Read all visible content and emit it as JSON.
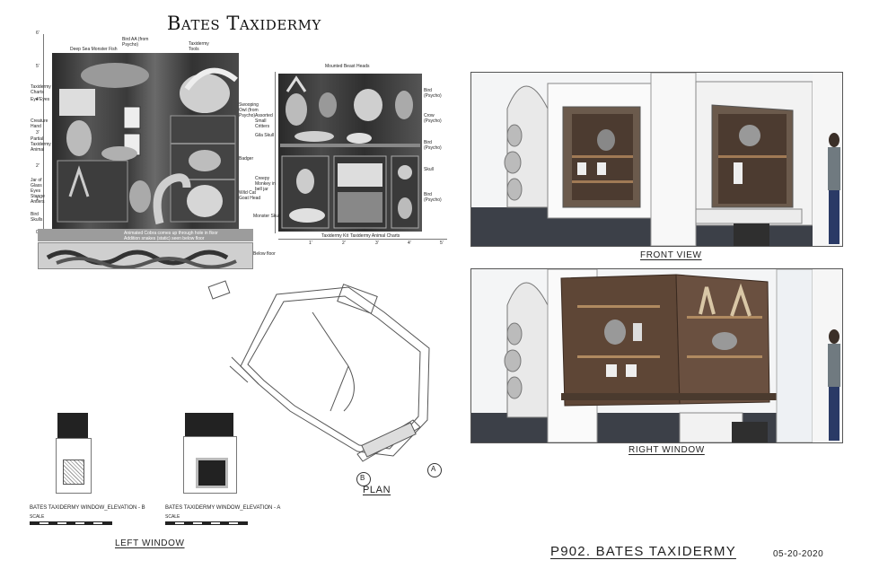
{
  "title": "Bates Taxidermy",
  "left_elevation": {
    "scale_ticks": [
      "6'",
      "5'",
      "4'",
      "3'",
      "2'",
      "1'",
      "0'"
    ],
    "top_labels": [
      "Deep Sea Monster Fish",
      "Bird AA (from Psycho)",
      "Taxidermy Tools"
    ],
    "left_labels": [
      "Taxidermy Charts",
      "Eye Eyes",
      "Creature Hand",
      "Partial Taxidermy Animal",
      "Jar of Glass Eyes",
      "Stange Antlers",
      "Bird Skulls"
    ],
    "right_labels": [
      "Swooping Owl (from Psycho)",
      "Badger",
      "Wild Cat Goat Head"
    ],
    "bottom_note_1": "Animated Cobra comes up through hole in floor",
    "bottom_note_2": "Addition snakes (static) seen below floor",
    "below_floor": "Below floor"
  },
  "right_elevation": {
    "top_label": "Mounted Beast Heads",
    "left_labels": [
      "Assorted Small Critters",
      "Gila Skull",
      "Creepy Monkey in bell jar",
      "Monster Skull"
    ],
    "right_labels": [
      "Bird (Psycho)",
      "Crow (Psycho)",
      "Bird (Psycho)",
      "Skull",
      "Bird (Psycho)"
    ],
    "bottom_labels": [
      "Taxidermy Kit",
      "Taxidermy Animal Charts"
    ],
    "x_ticks": [
      "1'",
      "2'",
      "3'",
      "4'",
      "5'"
    ]
  },
  "views": {
    "front": "FRONT VIEW",
    "right": "RIGHT WINDOW",
    "left": "LEFT WINDOW",
    "plan": "PLAN",
    "plan_marker_b": "B",
    "plan_marker_a": "A"
  },
  "elevations": {
    "b": "BATES TAXIDERMY WINDOW_ELEVATION - B",
    "a": "BATES TAXIDERMY WINDOW_ELEVATION - A",
    "scale": "SCALE"
  },
  "sheet": {
    "id": "P902. BATES TAXIDERMY",
    "date": "05-20-2020"
  }
}
